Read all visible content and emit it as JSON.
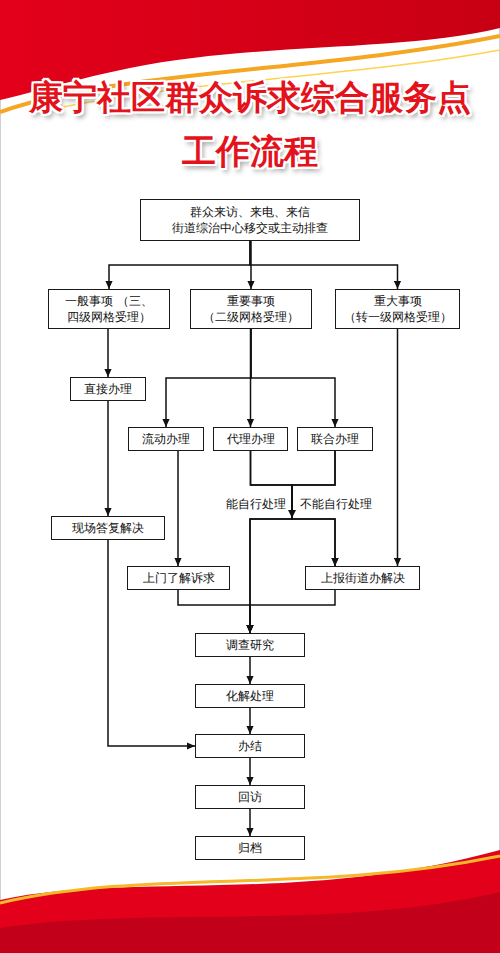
{
  "diagram": {
    "title": "康宁社区群众诉求综合服务点 工作流程",
    "nodes": [
      {
        "text": [
          "群众来访、来电、来信 街道综治中心移交或主动排查"
        ]
      },
      {
        "text": [
          "一般事项 （三、四级网格受理）"
        ]
      },
      {
        "text": [
          "重要事项 （二级网格受理）"
        ]
      },
      {
        "text": [
          "重大事项 （转一级网格受理）"
        ]
      },
      {
        "text": [
          "直接办理"
        ]
      },
      {
        "text": [
          "流动办理"
        ]
      },
      {
        "text": [
          "代理办理"
        ]
      },
      {
        "text": [
          "联合办理"
        ]
      },
      {
        "text": [
          "现场答复解决"
        ]
      },
      {
        "text": [
          "上门了解诉求"
        ]
      },
      {
        "text": [
          "上报街道办解决"
        ]
      },
      {
        "text": [
          "调查研究"
        ]
      },
      {
        "text": [
          "化解处理"
        ]
      },
      {
        "text": [
          "办结"
        ]
      },
      {
        "text": [
          "回访"
        ]
      },
      {
        "text": [
          "归档"
        ]
      }
    ],
    "edges": [
      {
        "from": 0,
        "to": 1,
        "arrow": "to"
      },
      {
        "from": 0,
        "to": 2,
        "arrow": "to"
      },
      {
        "from": 0,
        "to": 3,
        "arrow": "to"
      },
      {
        "from": 1,
        "to": 4,
        "arrow": "to"
      },
      {
        "from": 2,
        "to": 5,
        "arrow": "to"
      },
      {
        "from": 2,
        "to": 6,
        "arrow": "to"
      },
      {
        "from": 2,
        "to": 7,
        "arrow": "to"
      },
      {
        "from": 4,
        "to": 8,
        "arrow": "to"
      },
      {
        "from": 5,
        "to": 9,
        "arrow": "to"
      },
      {
        "from": 3,
        "to": 10,
        "arrow": "to"
      },
      {
        "from": 6,
        "to": 11,
        "arrow": "to"
      },
      {
        "from": 7,
        "to": 11,
        "arrow": "to"
      },
      {
        "from": 6,
        "to": 10,
        "arrow": "to"
      },
      {
        "from": 7,
        "to": 10,
        "arrow": "to"
      },
      {
        "from": 9,
        "to": 11,
        "arrow": "to"
      },
      {
        "from": 10,
        "to": 11,
        "arrow": "to"
      },
      {
        "from": 8,
        "to": 13,
        "arrow": "to"
      },
      {
        "from": 11,
        "to": 12,
        "arrow": "to"
      },
      {
        "from": 12,
        "to": 13,
        "arrow": "to"
      },
      {
        "from": 13,
        "to": 14,
        "arrow": "to"
      },
      {
        "from": 14,
        "to": 15,
        "arrow": "to"
      }
    ],
    "labels": [
      "能自行处理",
      "不能自行处理"
    ]
  }
}
